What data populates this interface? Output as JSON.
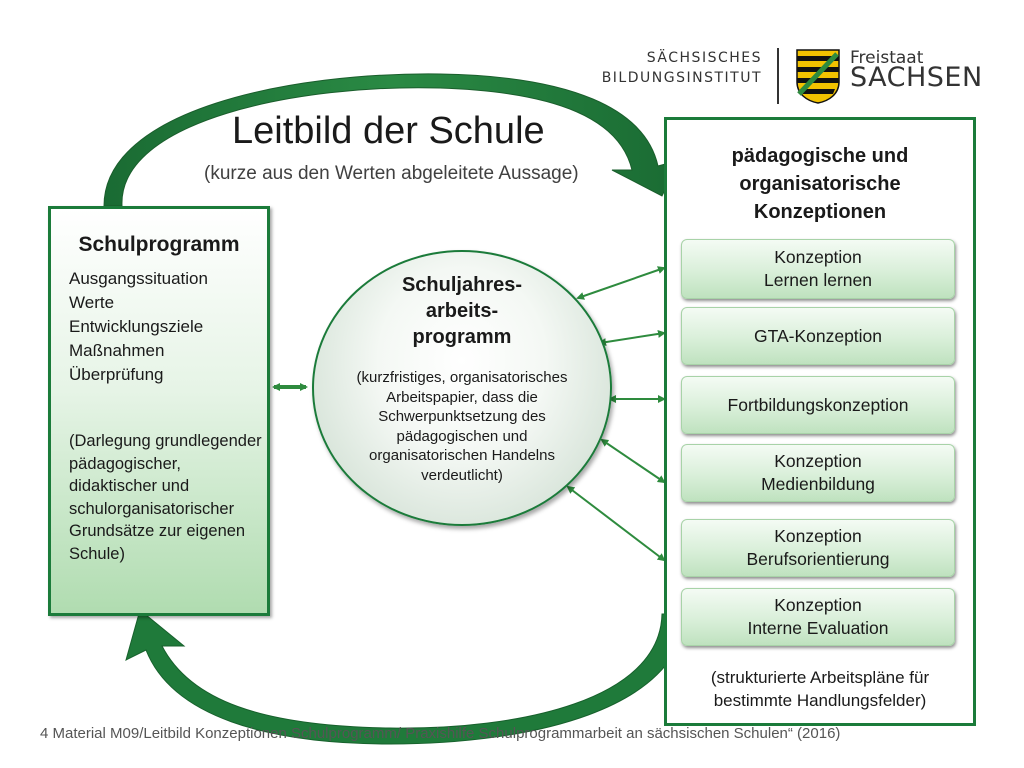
{
  "header": {
    "institute_line1": "SÄCHSISCHES",
    "institute_line2": "BILDUNGSINSTITUT",
    "state_small": "Freistaat",
    "state_big": "SACHSEN"
  },
  "title": "Leitbild der Schule",
  "subtitle": "(kurze aus den Werten abgeleitete Aussage)",
  "left": {
    "heading": "Schulprogramm",
    "items": [
      "Ausgangssituation",
      "Werte",
      "Entwicklungsziele",
      "Maßnahmen",
      "Überprüfung"
    ],
    "description": "(Darlegung grundlegender pädagogischer, didaktischer und schulorganisatorischer Grundsätze zur eigenen Schule)"
  },
  "middle": {
    "title_line1": "Schuljahres-",
    "title_line2": "arbeits-",
    "title_line3": "programm",
    "description": "(kurzfristiges, organisatorisches Arbeitspapier, dass die Schwerpunktsetzung des pädagogischen und organisatorischen Handelns verdeutlicht)"
  },
  "right": {
    "heading_line1": "pädagogische und",
    "heading_line2": "organisatorische",
    "heading_line3": "Konzeptionen",
    "concepts": [
      {
        "line1": "Konzeption",
        "line2": "Lernen lernen"
      },
      {
        "line1": "GTA-Konzeption",
        "line2": ""
      },
      {
        "line1": "Fortbildungskonzeption",
        "line2": ""
      },
      {
        "line1": "Konzeption",
        "line2": "Medienbildung"
      },
      {
        "line1": "Konzeption",
        "line2": "Berufsorientierung"
      },
      {
        "line1": "Konzeption",
        "line2": "Interne Evaluation"
      }
    ],
    "footer_line1": "(strukturierte Arbeitspläne für",
    "footer_line2": "bestimmte Handlungsfelder)"
  },
  "footer": "4 Material M09/Leitbild Konzeptionen Schulprogramm/ Praxishilfe Schulprogrammarbeit an sächsischen Schulen“ (2016)",
  "colors": {
    "accent_green": "#1b7b3a",
    "arrow_green": "#2e8b3e",
    "crest_yellow": "#f2c200",
    "crest_black": "#111111"
  }
}
